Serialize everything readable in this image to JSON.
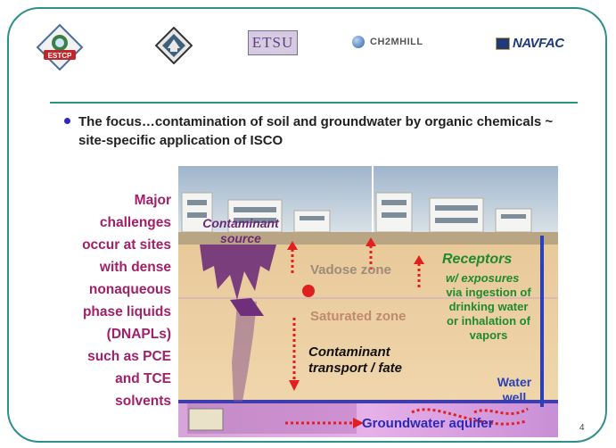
{
  "logos": {
    "estcp": "ESTCP",
    "etsu": "ETSU",
    "ch2mhill": "CH2MHILL",
    "navfac": "NAVFAC"
  },
  "bullet": "The focus…contamination of soil and groundwater by organic chemicals ~ site-specific application of ISCO",
  "left_text": "Major\nchallenges\noccur at sites\nwith dense\nnonaqueous\nphase liquids\n(DNAPLs)\nsuch as PCE\nand TCE\nsolvents",
  "figure": {
    "contaminant_source": "Contaminant\nsource",
    "vadose_zone": "Vadose zone",
    "saturated_zone": "Saturated zone",
    "receptors_title": "Receptors",
    "receptors_sub": "w/ exposures",
    "receptors_body": "via ingestion of\ndrinking water\nor inhalation of\nvapors",
    "transport": "Contaminant\ntransport / fate",
    "water_well": "Water\nwell",
    "aquifer": "Groundwater aquifer"
  },
  "page_number": "4"
}
